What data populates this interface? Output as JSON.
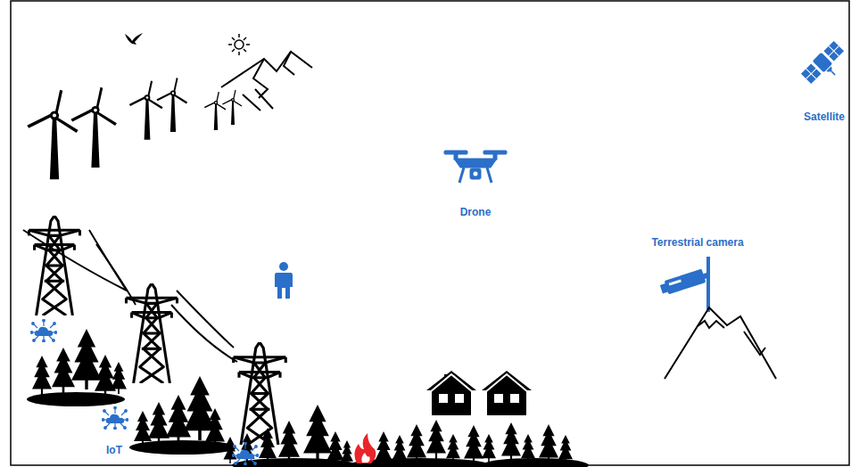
{
  "diagram": {
    "labels": [
      "Satellite",
      "Drone",
      "Terrestrial camera",
      "IoT"
    ]
  }
}
